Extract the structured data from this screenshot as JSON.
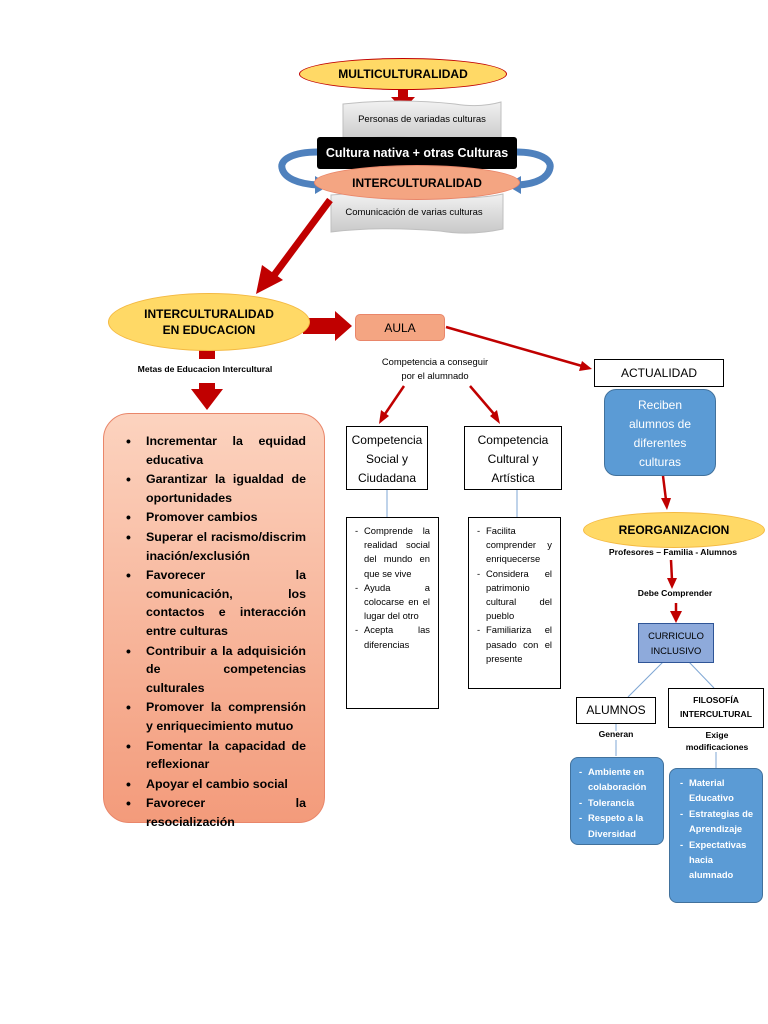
{
  "multiculturalidad": "MULTICULTURALIDAD",
  "personas": "Personas de variadas culturas",
  "cultura_nativa": "Cultura nativa + otras Culturas",
  "interculturalidad": "INTERCULTURALIDAD",
  "comunicacion": "Comunicación de varias culturas",
  "inter_educacion": [
    "INTERCULTURALIDAD",
    "EN EDUCACION"
  ],
  "metas_label": "Metas de Educacion Intercultural",
  "metas": [
    "Incrementar la equidad educativa",
    "Garantizar la igualdad de oportunidades",
    "Promover cambios",
    "Superar el racismo/discriminación/exclusión",
    "Favorecer la comunicación, los contactos e interacción entre culturas",
    "Contribuir a la adquisición de competencias culturales",
    "Promover la comprensión y enriquecimiento mutuo",
    "Fomentar la capacidad de reflexionar",
    "Apoyar el cambio social",
    "Favorecer la resocialización"
  ],
  "aula": "AULA",
  "competencia_label": [
    "Competencia a conseguir",
    "por el alumnado"
  ],
  "comp_social": {
    "title": [
      "Competencia",
      "Social y",
      "Ciudadana"
    ],
    "items": [
      "Comprende la realidad social del mundo en que se vive",
      "Ayuda a colocarse en el lugar del otro",
      "Acepta las diferencias"
    ]
  },
  "comp_cultural": {
    "title": [
      "Competencia",
      "Cultural y",
      "Artística"
    ],
    "items": [
      "Facilita comprender y enriquecerse",
      "Considera el patrimonio cultural del pueblo",
      "Familiariza el pasado con el presente"
    ]
  },
  "actualidad": "ACTUALIDAD",
  "reciben": [
    "Reciben",
    "alumnos de",
    "diferentes",
    "culturas"
  ],
  "reorganizacion": "REORGANIZACION",
  "profesores": "Profesores – Familia - Alumnos",
  "debe": "Debe Comprender",
  "curriculo": [
    "CURRICULO",
    "INCLUSIVO"
  ],
  "alumnos": "ALUMNOS",
  "filosofia": [
    "FILOSOFÍA",
    "INTERCULTURAL"
  ],
  "generan": "Generan",
  "exige": [
    "Exige",
    "modificaciones"
  ],
  "alumnos_items": [
    "Ambiente en colaboración",
    "Tolerancia",
    "Respeto a la Diversidad"
  ],
  "filosofia_items": [
    "Material Educativo",
    "Estrategias de Aprendizaje",
    "Expectativas hacia alumnado"
  ],
  "colors": {
    "accent_red": "#c00000",
    "yellow": "#ffd966",
    "salmon": "#f4a582",
    "blue": "#5b9bd5",
    "gray": "#d9d9d9"
  }
}
